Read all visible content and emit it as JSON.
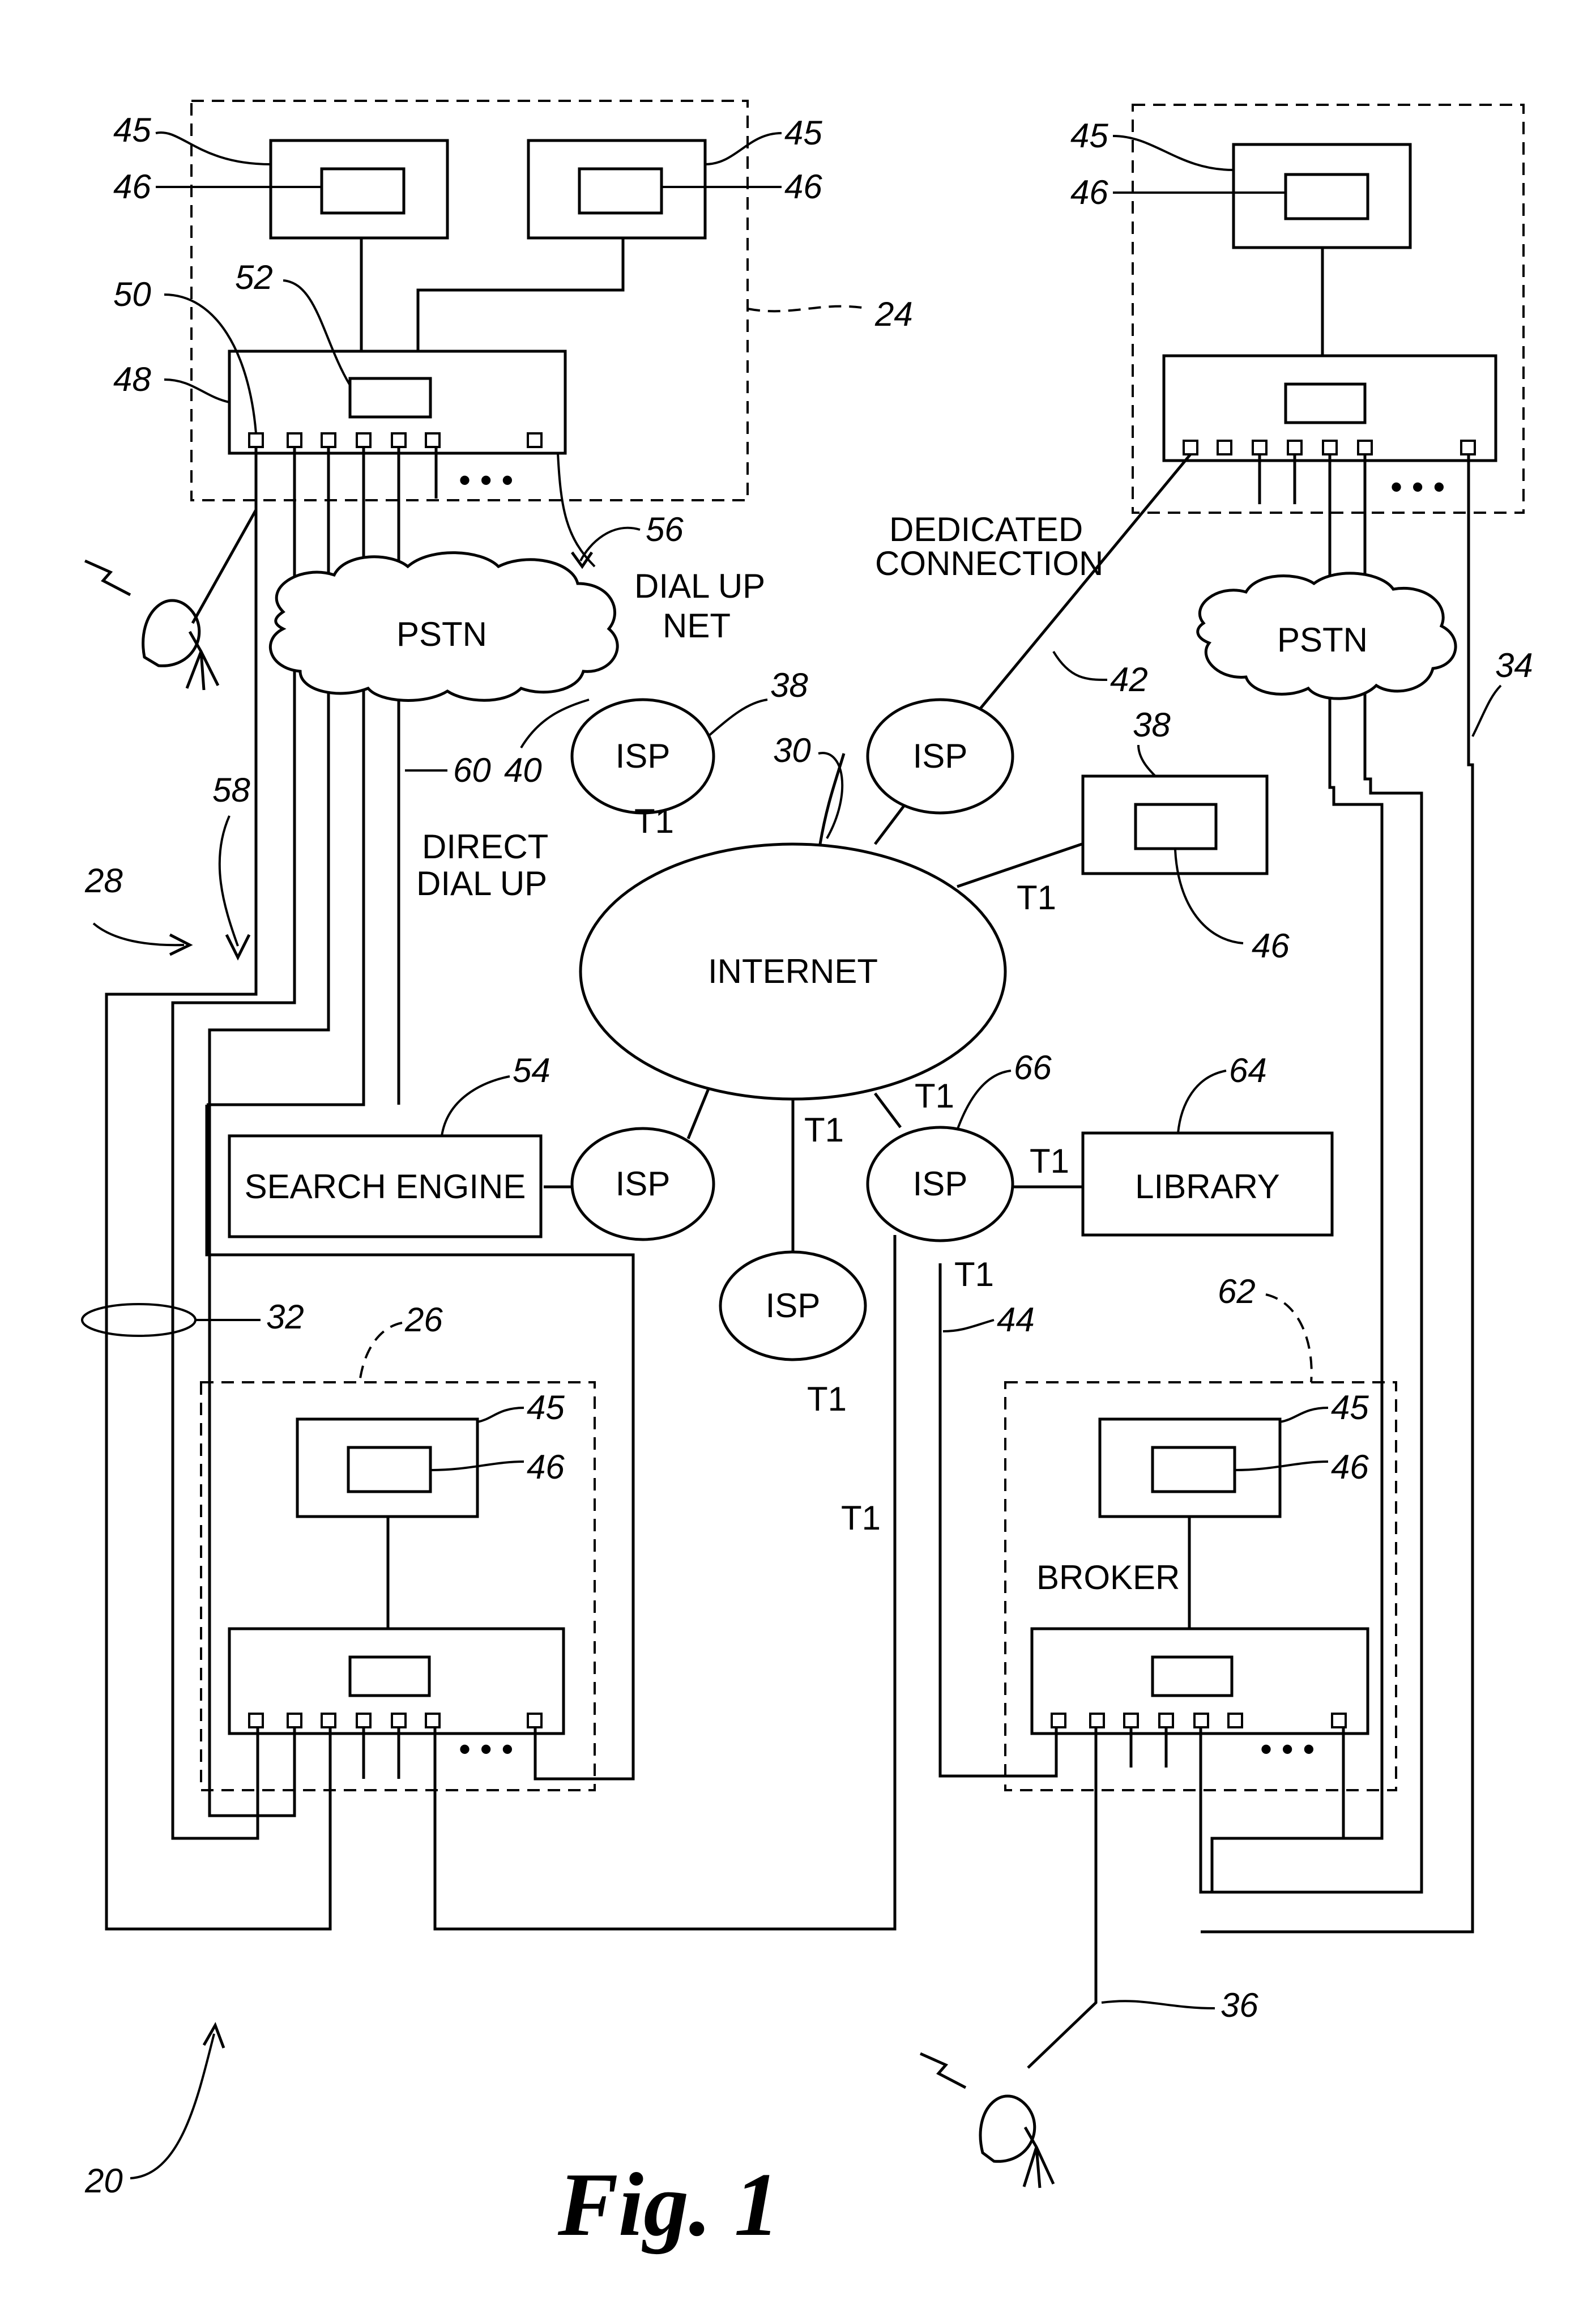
{
  "labels": {
    "pstn": "PSTN",
    "dial_up_net_line1": "DIAL UP",
    "dial_up_net_line2": "NET",
    "dedicated_line1": "DEDICATED",
    "dedicated_line2": "CONNECTION",
    "direct_line1": "DIRECT",
    "direct_line2": "DIAL UP",
    "isp": "ISP",
    "t1": "T1",
    "internet": "INTERNET",
    "search_engine": "SEARCH ENGINE",
    "library": "LIBRARY",
    "broker": "BROKER",
    "ellipsis": "• • •"
  },
  "refs": {
    "r20": "20",
    "r24": "24",
    "r26": "26",
    "r28": "28",
    "r30": "30",
    "r32": "32",
    "r34": "34",
    "r36": "36",
    "r38": "38",
    "r40": "40",
    "r42": "42",
    "r44": "44",
    "r45": "45",
    "r46": "46",
    "r48": "48",
    "r50": "50",
    "r52": "52",
    "r54": "54",
    "r56": "56",
    "r58": "58",
    "r60": "60",
    "r62": "62",
    "r64": "64",
    "r66": "66"
  },
  "caption": "Fig. 1"
}
